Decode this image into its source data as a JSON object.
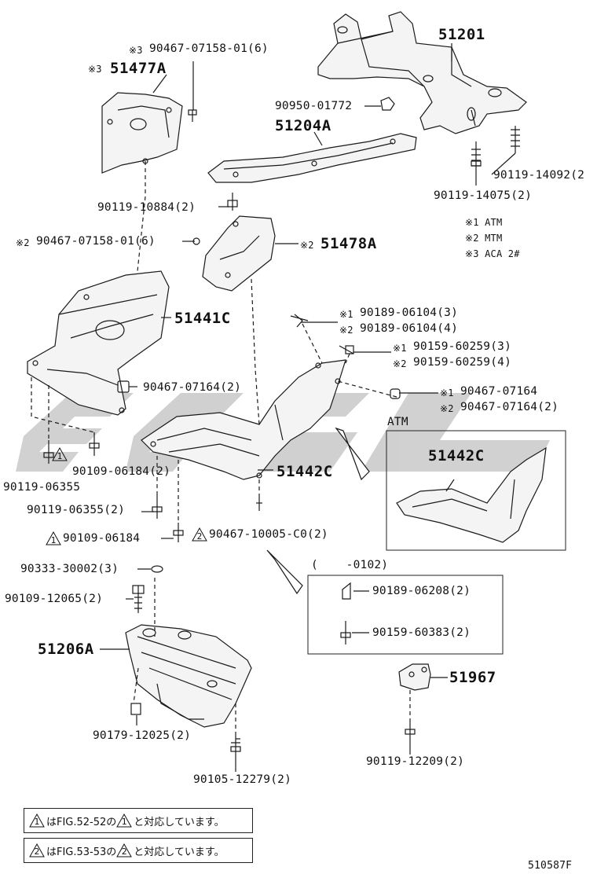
{
  "labels": {
    "p51201": "51201",
    "p51477a": "51477A",
    "m51477a": "※3",
    "p90467_01": "90467-07158-01(6)",
    "m90467_01": "※3",
    "p90950": "90950-01772",
    "p51204a": "51204A",
    "p90119_14092": "90119-14092(2",
    "p90119_14075": "90119-14075(2)",
    "p90119_10884": "90119-10884(2)",
    "p90467_02": "90467-07158-01(6)",
    "m90467_02": "※2",
    "p51478a": "51478A",
    "m51478a": "※2",
    "legend1": "※1 ATM",
    "legend2": "※2 MTM",
    "legend3": "※3 ACA 2#",
    "p51441c": "51441C",
    "p90189_a1": "90189-06104(3)",
    "m90189_a1": "※1",
    "p90189_a2": "90189-06104(4)",
    "m90189_a2": "※2",
    "p90159_a1": "90159-60259(3)",
    "m90159_a1": "※1",
    "p90159_a2": "90159-60259(4)",
    "m90159_a2": "※2",
    "p90467_07164_mid": "90467-07164(2)",
    "p90467_07164_r1": "90467-07164",
    "m90467_07164_r1": "※1",
    "p90467_07164_r2": "90467-07164(2)",
    "m90467_07164_r2": "※2",
    "atm": "ATM",
    "p51442c_atm": "51442C",
    "p90119_06355_left": "90119-06355",
    "p90109_06184_2": "90109-06184(2)",
    "p51442c": "51442C",
    "p90119_06355_2": "90119-06355(2)",
    "p90109_06184": "90109-06184",
    "p90467_10005": "90467-10005-C0(2)",
    "range": "(    -0102)",
    "p90333": "90333-30002(3)",
    "p90109_12065": "90109-12065(2)",
    "p90189_06208": "90189-06208(2)",
    "p90159_60383": "90159-60383(2)",
    "p51206a": "51206A",
    "p51967": "51967",
    "p90179": "90179-12025(2)",
    "p90119_12209": "90119-12209(2)",
    "p90105": "90105-12279(2)",
    "tri1": "1",
    "tri2": "2",
    "note1_a": "はFIG.52-52の",
    "note1_b": "と対応しています。",
    "note2_a": "はFIG.53-53の",
    "note2_b": "と対応しています。",
    "fig_code": "510587F"
  },
  "colors": {
    "line": "#1a1a1a",
    "watermark": "#b8b8b8",
    "part_fill": "#f4f4f4"
  }
}
